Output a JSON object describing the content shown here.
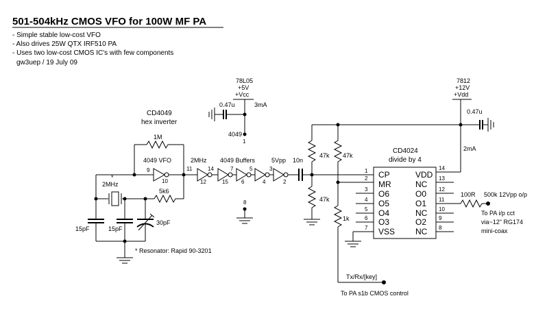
{
  "header": {
    "title": "501-504kHz CMOS VFO for 100W MF PA",
    "notes": [
      "- Simple stable low-cost VFO",
      "- Also drives 25W QTX IRF510 PA",
      "- Uses two low-cost CMOS IC's with few components",
      "gw3uep / 19 July 09"
    ]
  },
  "reg_5v": {
    "part": "78L05",
    "volt": "+5V",
    "rail": "+Vcc",
    "current": "3mA",
    "cap": "0.47u",
    "pin_label": "4049",
    "pin_num": "1"
  },
  "reg_12v": {
    "part": "7812",
    "volt": "+12V",
    "rail": "+Vdd",
    "current": "2mA",
    "cap": "0.47u"
  },
  "vfo": {
    "ic_name": "CD4049",
    "ic_desc": "hex inverter",
    "inv_label": "4049 VFO",
    "pin_in": "9",
    "pin_out": "10",
    "feedback_res": "1M",
    "series_res": "5k6",
    "crystal_note": "*",
    "crystal": "2MHz",
    "cap1": "15pF",
    "cap2": "15pF",
    "trimmer": "30pF",
    "resonator_note": "* Resonator: Rapid 90-3201"
  },
  "buffers": {
    "label": "4049 Buffers",
    "freq": "2MHz",
    "vpp": "5Vpp",
    "pins_top": [
      "11",
      "14",
      "7",
      "5",
      "3"
    ],
    "pins_bottom": [
      "12",
      "15",
      "6",
      "4",
      "2"
    ],
    "gnd_pin": "8"
  },
  "coupling": {
    "cap": "10n",
    "r_top": "47k",
    "r_bottom": "47k",
    "r_pullup": "47k",
    "r_out": "1k"
  },
  "divider": {
    "ic_name": "CD4024",
    "ic_desc": "divide by 4",
    "left_pins": [
      "CP",
      "MR",
      "O6",
      "O5",
      "O4",
      "O3",
      "VSS"
    ],
    "left_nums": [
      "1",
      "2",
      "3",
      "4",
      "5",
      "6",
      "7"
    ],
    "right_pins": [
      "VDD",
      "NC",
      "O0",
      "O1",
      "NC",
      "O2",
      "NC"
    ],
    "right_nums": [
      "14",
      "13",
      "12",
      "11",
      "10",
      "9",
      "8"
    ]
  },
  "output": {
    "res": "100R",
    "level": "500k 12Vpp o/p",
    "dest_lines": [
      "To PA i/p cct",
      "via~12\" RG174",
      "mini-coax"
    ],
    "key_label": "Tx/Rx/[key]",
    "key_dest": "To PA s1b CMOS control"
  }
}
